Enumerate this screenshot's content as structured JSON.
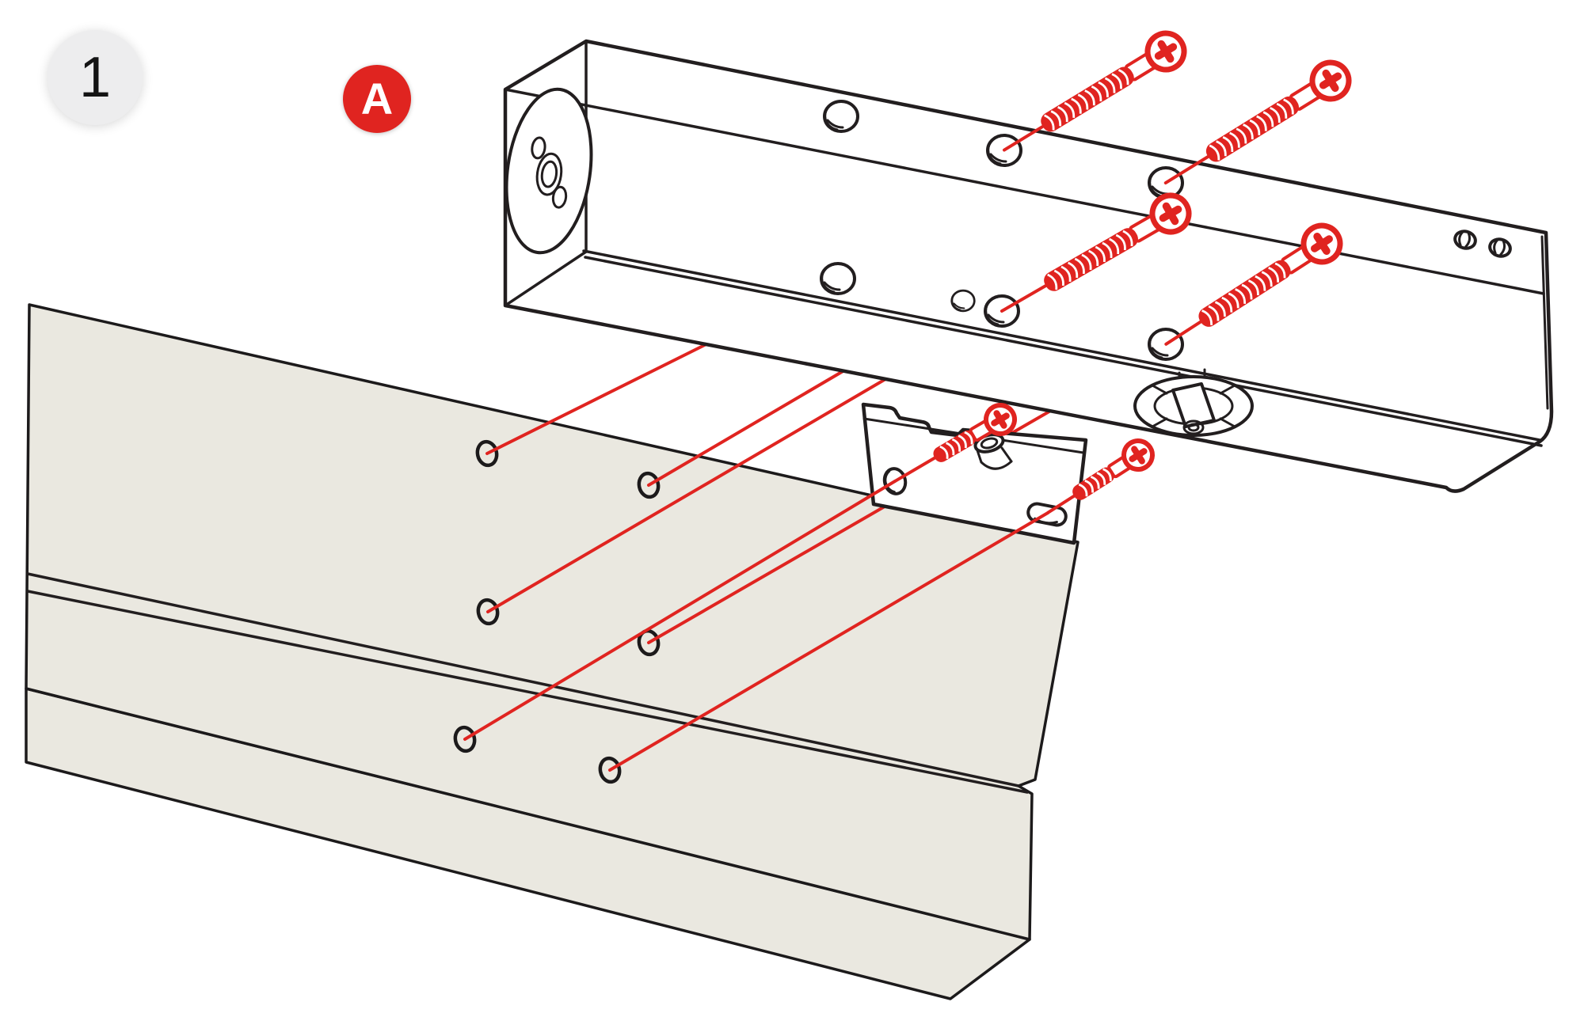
{
  "figure": {
    "step_badge": "1",
    "part_label": "A"
  },
  "colors": {
    "accent-red": "#e02420",
    "ink": "#221e1f",
    "panel-fill": "#eae8e0",
    "panel-stroke": "#1c1a1b",
    "badge-bg": "#ededee",
    "badge-text": "#141414",
    "label-text": "#ffffff"
  },
  "diagram": {
    "type": "exploded-installation-diagram",
    "panel_hole_count": 6,
    "body_screw_count": 4,
    "bracket_screw_count": 2
  }
}
